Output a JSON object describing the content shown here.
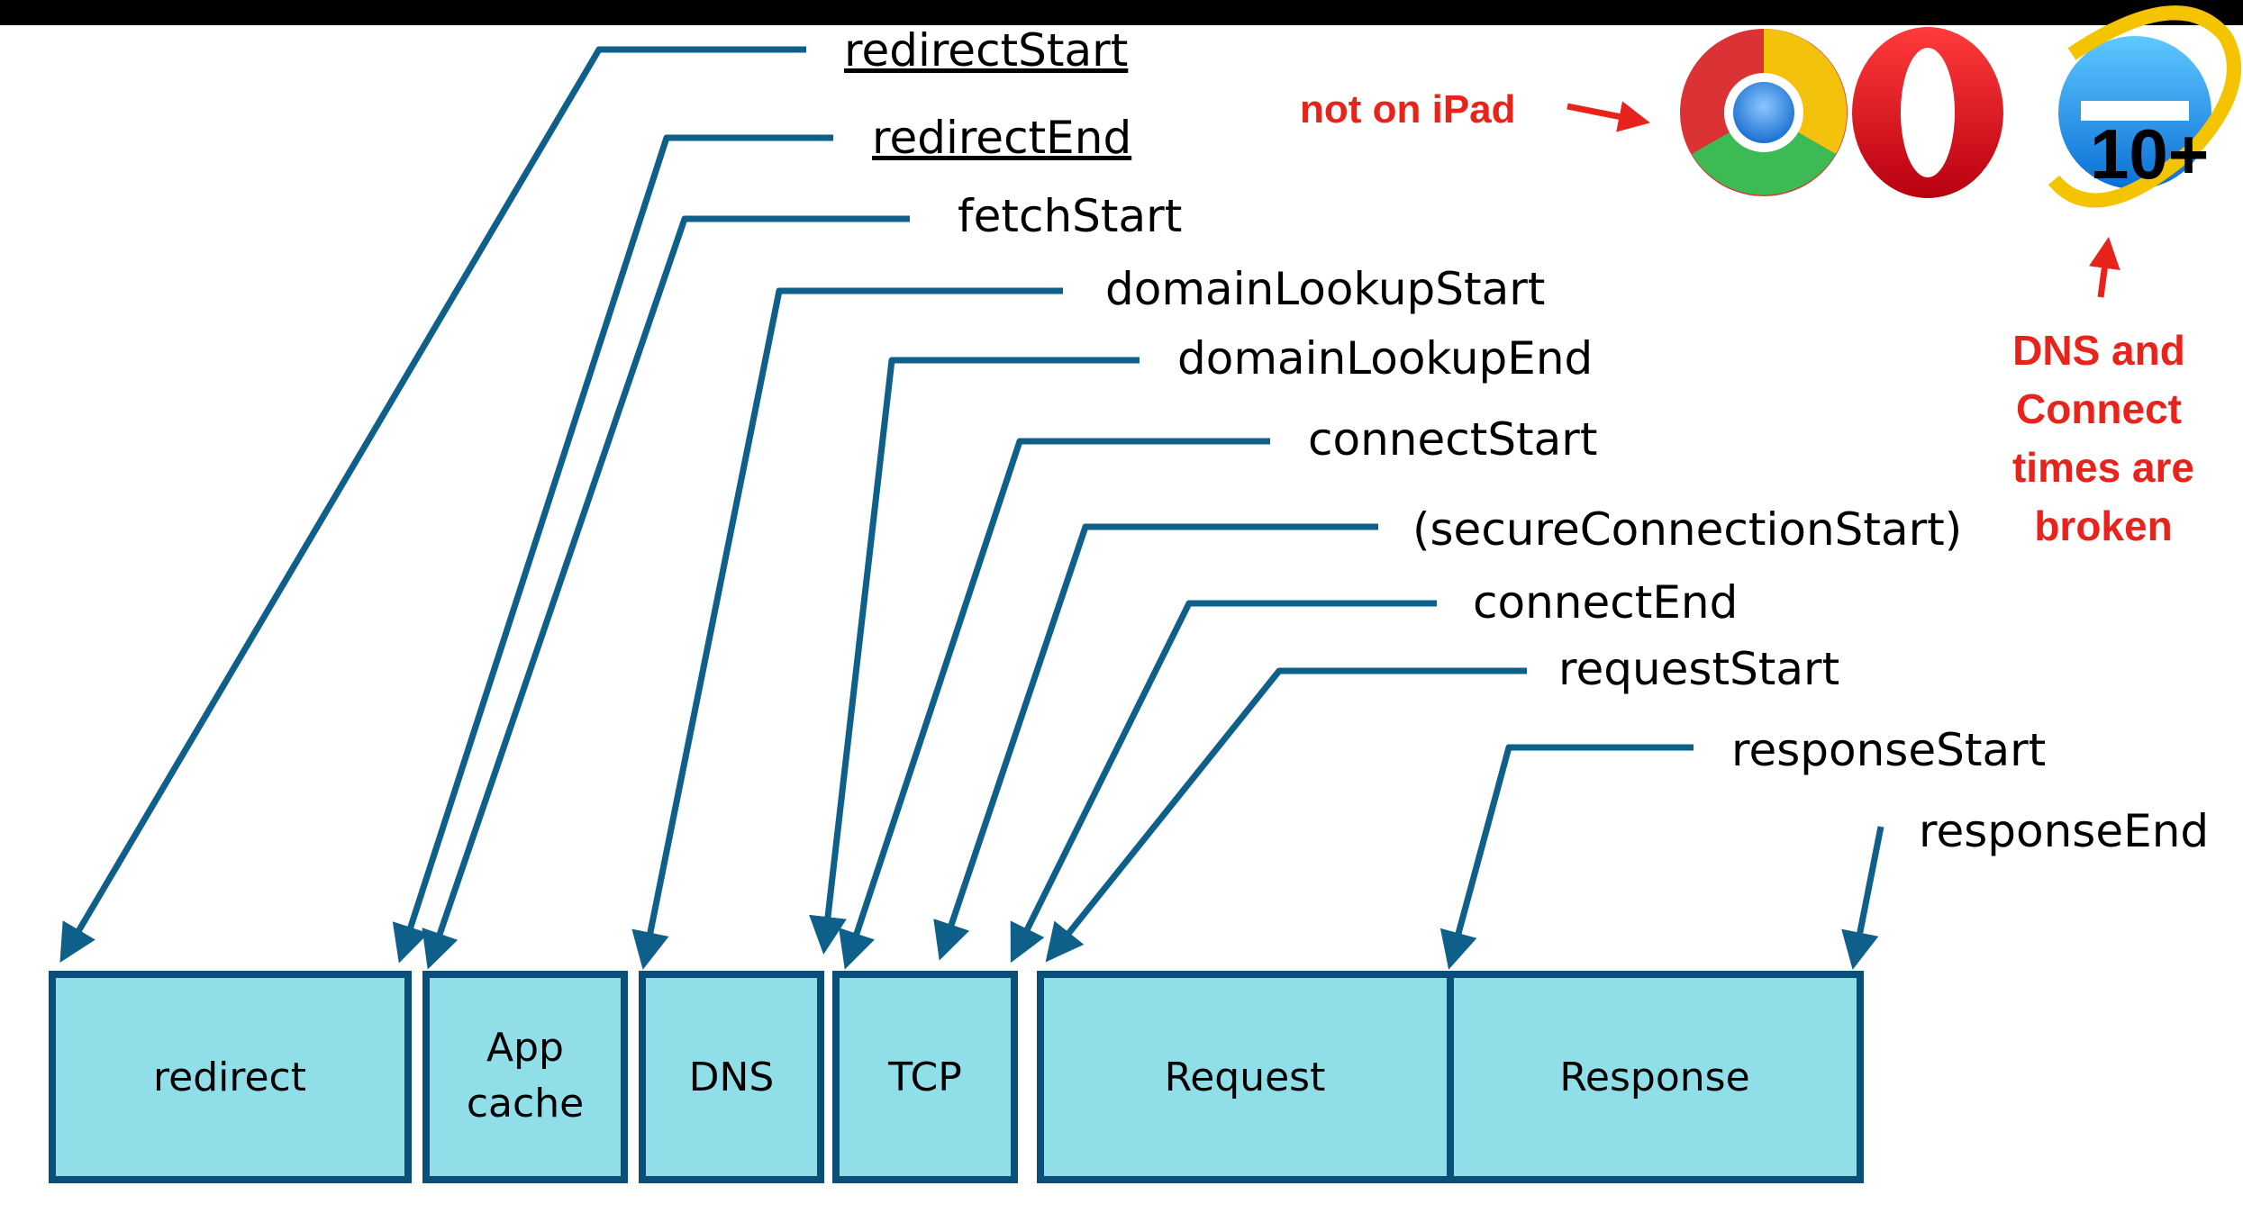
{
  "timing_labels": [
    {
      "id": "redirectStart",
      "text": "redirectStart",
      "underlined": true
    },
    {
      "id": "redirectEnd",
      "text": "redirectEnd",
      "underlined": true
    },
    {
      "id": "fetchStart",
      "text": "fetchStart",
      "underlined": false
    },
    {
      "id": "domainLookupStart",
      "text": "domainLookupStart",
      "underlined": false
    },
    {
      "id": "domainLookupEnd",
      "text": "domainLookupEnd",
      "underlined": false
    },
    {
      "id": "connectStart",
      "text": "connectStart",
      "underlined": false
    },
    {
      "id": "secureConnectionStart",
      "text": "(secureConnectionStart)",
      "underlined": false
    },
    {
      "id": "connectEnd",
      "text": "connectEnd",
      "underlined": false
    },
    {
      "id": "requestStart",
      "text": "requestStart",
      "underlined": false
    },
    {
      "id": "responseStart",
      "text": "responseStart",
      "underlined": false
    },
    {
      "id": "responseEnd",
      "text": "responseEnd",
      "underlined": false
    }
  ],
  "phases": [
    {
      "id": "redirect",
      "lines": [
        "redirect"
      ]
    },
    {
      "id": "appcache",
      "lines": [
        "App",
        "cache"
      ]
    },
    {
      "id": "dns",
      "lines": [
        "DNS"
      ]
    },
    {
      "id": "tcp",
      "lines": [
        "TCP"
      ]
    },
    {
      "id": "request",
      "lines": [
        "Request"
      ]
    },
    {
      "id": "response",
      "lines": [
        "Response"
      ]
    }
  ],
  "annotations": {
    "not_on_ipad": "not on iPad",
    "ie_version": "10+",
    "dns_note": [
      "DNS and",
      "Connect",
      "times are",
      "broken"
    ]
  },
  "browsers": [
    {
      "name": "chrome-icon"
    },
    {
      "name": "opera-icon"
    },
    {
      "name": "internet-explorer-icon"
    }
  ],
  "colors": {
    "connector": "#0e5f8a",
    "box_fill": "#8fdee8",
    "box_stroke": "#0a4f78",
    "annotation_red": "#e8231b"
  }
}
